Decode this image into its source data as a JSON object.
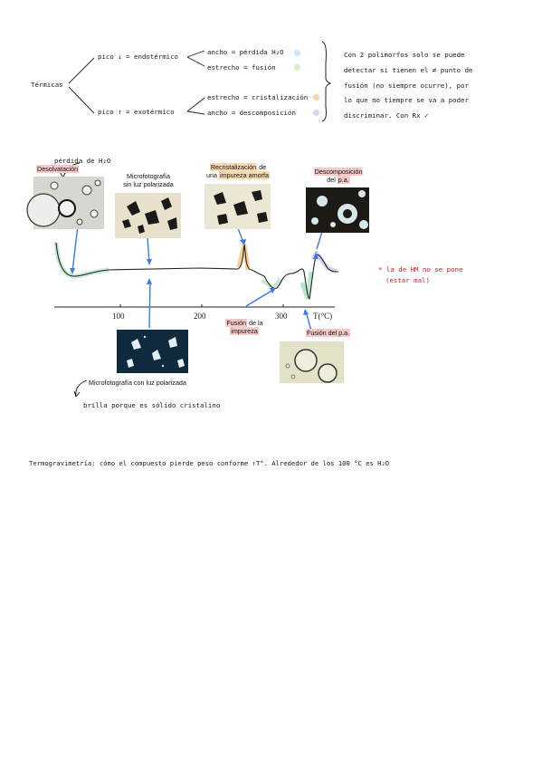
{
  "top": {
    "termicas": "Térmicas",
    "pico_down": "pico ↓ = endotérmico",
    "pico_up": "pico ↑ = exotérmico",
    "ancho_perdida": "ancho = pérdida H₂O",
    "estrecho_fusion": "estrecho = fusión",
    "estrecho_cristal": "estrecho = cristalización",
    "ancho_descomp": "ancho = descomposición",
    "note_lines": [
      "Con 2 polimorfos solo se puede",
      "detectar si tienen el ≠ punto de",
      "fusión (no siempre ocurre), por",
      "lo que no tiempre se va a poder",
      "discriminar. Con Rx ✓"
    ],
    "dot_colors": [
      "#cfe6f5",
      "#d7efc6",
      "#f8d3a8",
      "#ddd3ec"
    ]
  },
  "diagram": {
    "perdida_h2o": "pérdida de H₂O",
    "desolvatacion": "Desolvatación",
    "micro_sin_1": "Microfotografía",
    "micro_sin_2": "sin luz polarizada",
    "recris_1a": "Recristalización",
    "recris_1b": " de",
    "recris_2a": "una ",
    "recris_2b": "impureza amorfa",
    "descomp_1": "Descomposición",
    "descomp_2a": "del ",
    "descomp_2b": "p.a.",
    "fusion_imp_1a": "Fusión",
    "fusion_imp_1b": " de la",
    "fusion_imp_2": "impureza",
    "fusion_pa": "Fusión del p.a.",
    "micro_con": "Microfotografía con luz polarizada",
    "brilla": "brilla porque es sólido cristalino",
    "side_note_1": "* la de HM no se pone",
    "side_note_2": "(estar mal)",
    "ticks": [
      "100",
      "200",
      "300"
    ],
    "axis_label": "T(°C)"
  },
  "bottom": {
    "termogravimetria": "Termogravimetría: cómo el compuesto pierde peso conforme ↑T°. Alrededor de los 100 °C es H₂O"
  }
}
